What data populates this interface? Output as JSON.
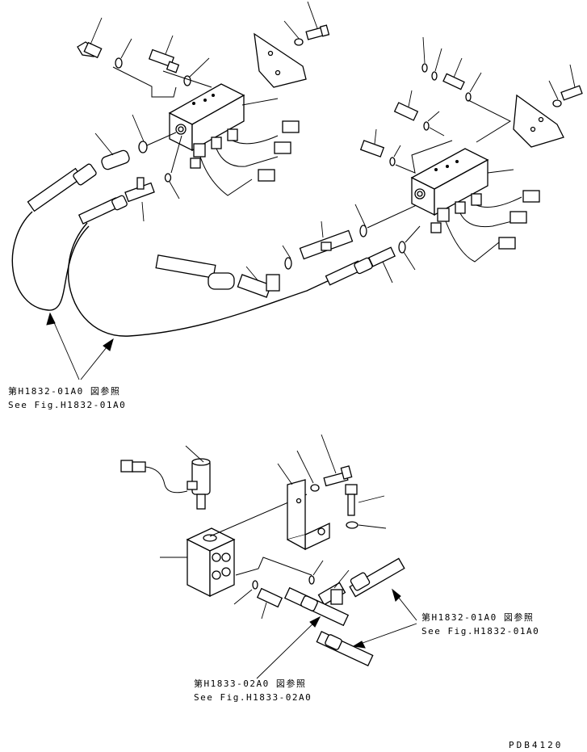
{
  "references": {
    "ref1_jp": "第H1832-01A0 図参照",
    "ref1_en": "See Fig.H1832-01A0",
    "ref2_jp": "第H1832-01A0 図参照",
    "ref2_en": "See Fig.H1832-01A0",
    "ref3_jp": "第H1833-02A0 図参照",
    "ref3_en": "See Fig.H1833-02A0"
  },
  "drawing_code": "PDB4120"
}
